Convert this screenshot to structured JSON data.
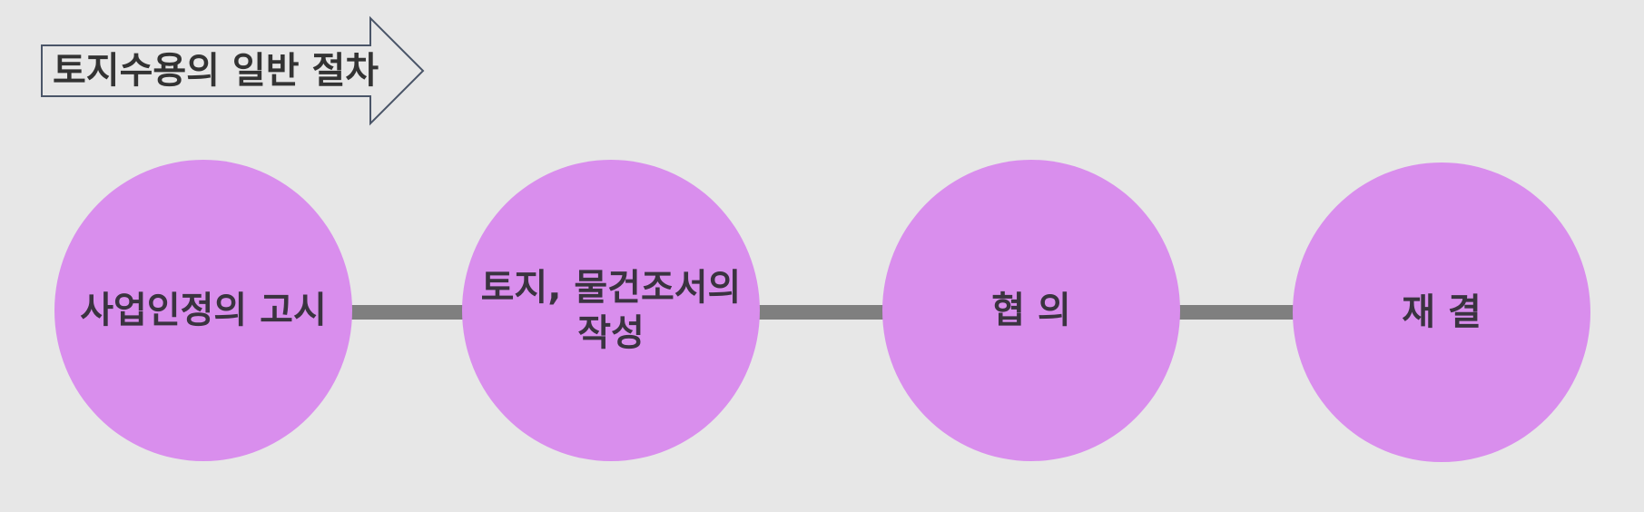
{
  "title": {
    "text": "토지수용의 일반 절차"
  },
  "steps": [
    {
      "label": "사업인정의 고시"
    },
    {
      "label": "토지, 물건조서의\n작성"
    },
    {
      "label": "협  의"
    },
    {
      "label": "재  결"
    }
  ],
  "colors": {
    "background": "#e7e7e7",
    "circle_fill": "#d98eed",
    "connector": "#7f7f7f",
    "arrow_stroke": "#4a5568",
    "text": "#3a3340"
  }
}
